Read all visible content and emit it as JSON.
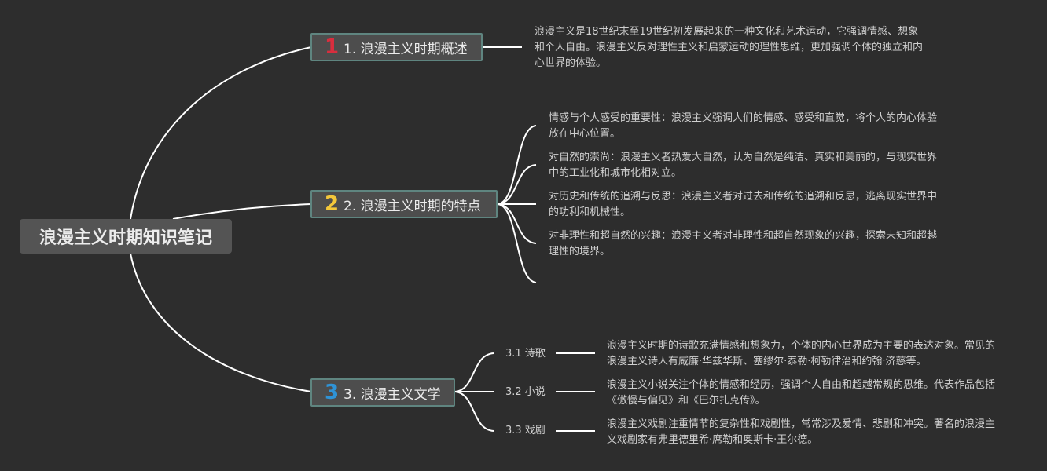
{
  "root": {
    "title": "浪漫主义时期知识笔记"
  },
  "branches": [
    {
      "badge": "1",
      "badge_color": "#d82e3e",
      "label": "1. 浪漫主义时期概述",
      "notes": [
        "浪漫主义是18世纪末至19世纪初发展起来的一种文化和艺术运动，它强调情感、想象和个人自由。浪漫主义反对理性主义和启蒙运动的理性思维，更加强调个体的独立和内心世界的体验。"
      ]
    },
    {
      "badge": "2",
      "badge_color": "#f3c73a",
      "label": "2. 浪漫主义时期的特点",
      "notes": [
        "情感与个人感受的重要性：浪漫主义强调人们的情感、感受和直觉，将个人的内心体验放在中心位置。",
        "对自然的崇尚：浪漫主义者热爱大自然，认为自然是纯洁、真实和美丽的，与现实世界中的工业化和城市化相对立。",
        "对历史和传统的追溯与反思：浪漫主义者对过去和传统的追溯和反思，逃离现实世界中的功利和机械性。",
        "对非理性和超自然的兴趣：浪漫主义者对非理性和超自然现象的兴趣，探索未知和超越理性的境界。"
      ]
    },
    {
      "badge": "3",
      "badge_color": "#2f93d6",
      "label": "3. 浪漫主义文学",
      "subs": [
        {
          "label": "3.1 诗歌",
          "note": "浪漫主义时期的诗歌充满情感和想象力，个体的内心世界成为主要的表达对象。常见的浪漫主义诗人有威廉·华兹华斯、塞缪尔·泰勒·柯勒律治和约翰·济慈等。"
        },
        {
          "label": "3.2 小说",
          "note": "浪漫主义小说关注个体的情感和经历，强调个人自由和超越常规的思维。代表作品包括《傲慢与偏见》和《巴尔扎克传》。"
        },
        {
          "label": "3.3 戏剧",
          "note": "浪漫主义戏剧注重情节的复杂性和戏剧性，常常涉及爱情、悲剧和冲突。著名的浪漫主义戏剧家有弗里德里希·席勒和奥斯卡·王尔德。"
        }
      ]
    }
  ]
}
